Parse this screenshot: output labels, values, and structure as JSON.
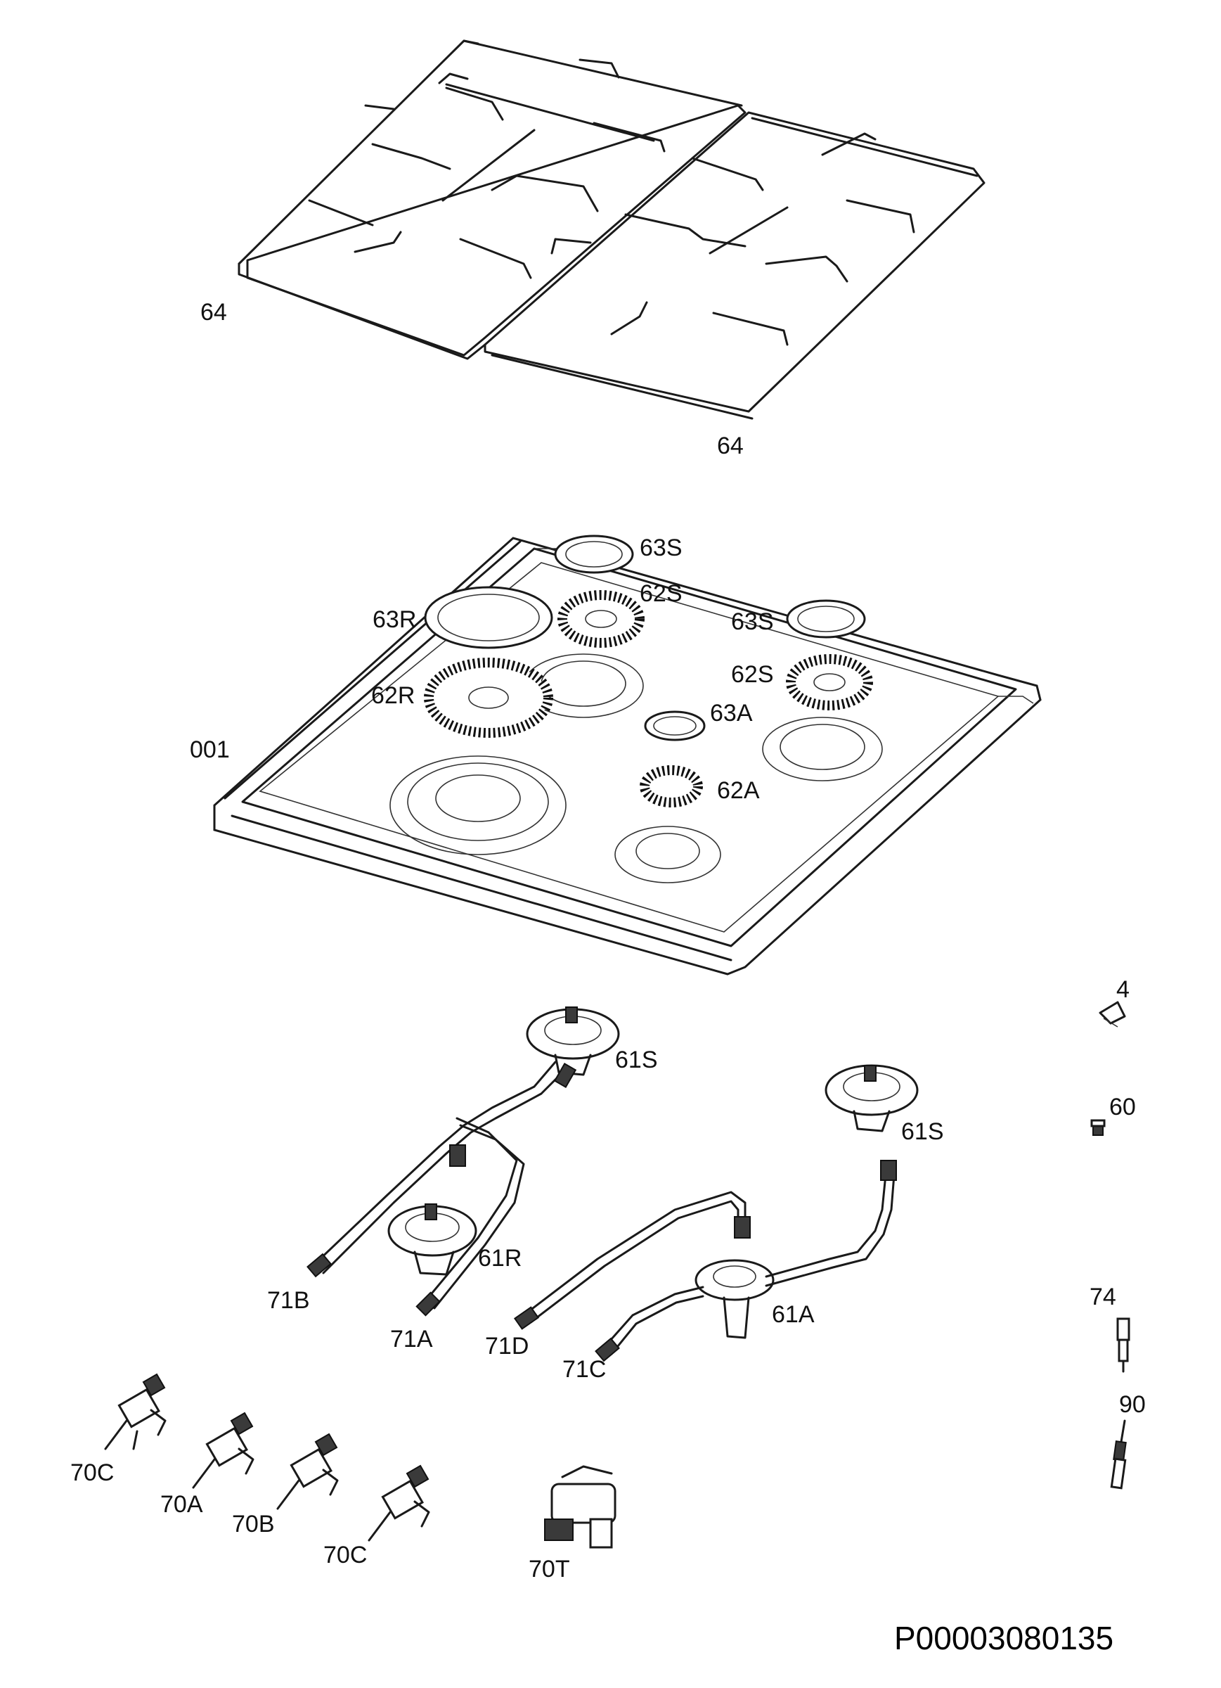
{
  "drawing_code": "P00003080135",
  "callouts": [
    {
      "id": "grid-left",
      "text": "64"
    },
    {
      "id": "grid-right",
      "text": "64"
    },
    {
      "id": "cap-63s-rear",
      "text": "63S"
    },
    {
      "id": "crown-62s-rear",
      "text": "62S"
    },
    {
      "id": "cap-63r",
      "text": "63R"
    },
    {
      "id": "cap-63s-right",
      "text": "63S"
    },
    {
      "id": "crown-62s-right",
      "text": "62S"
    },
    {
      "id": "crown-62r",
      "text": "62R"
    },
    {
      "id": "cap-63a",
      "text": "63A"
    },
    {
      "id": "hob-001",
      "text": "001"
    },
    {
      "id": "crown-62a",
      "text": "62A"
    },
    {
      "id": "part-4",
      "text": "4"
    },
    {
      "id": "burner-61s-rear",
      "text": "61S"
    },
    {
      "id": "part-60",
      "text": "60"
    },
    {
      "id": "burner-61s-right",
      "text": "61S"
    },
    {
      "id": "burner-61r",
      "text": "61R"
    },
    {
      "id": "pipe-71b",
      "text": "71B"
    },
    {
      "id": "pipe-71a",
      "text": "71A"
    },
    {
      "id": "pipe-71d",
      "text": "71D"
    },
    {
      "id": "burner-61a",
      "text": "61A"
    },
    {
      "id": "pipe-71c",
      "text": "71C"
    },
    {
      "id": "part-74",
      "text": "74"
    },
    {
      "id": "part-90",
      "text": "90"
    },
    {
      "id": "tap-70c-1",
      "text": "70C"
    },
    {
      "id": "tap-70a",
      "text": "70A"
    },
    {
      "id": "tap-70b",
      "text": "70B"
    },
    {
      "id": "tap-70c-2",
      "text": "70C"
    },
    {
      "id": "tap-70t",
      "text": "70T"
    }
  ]
}
